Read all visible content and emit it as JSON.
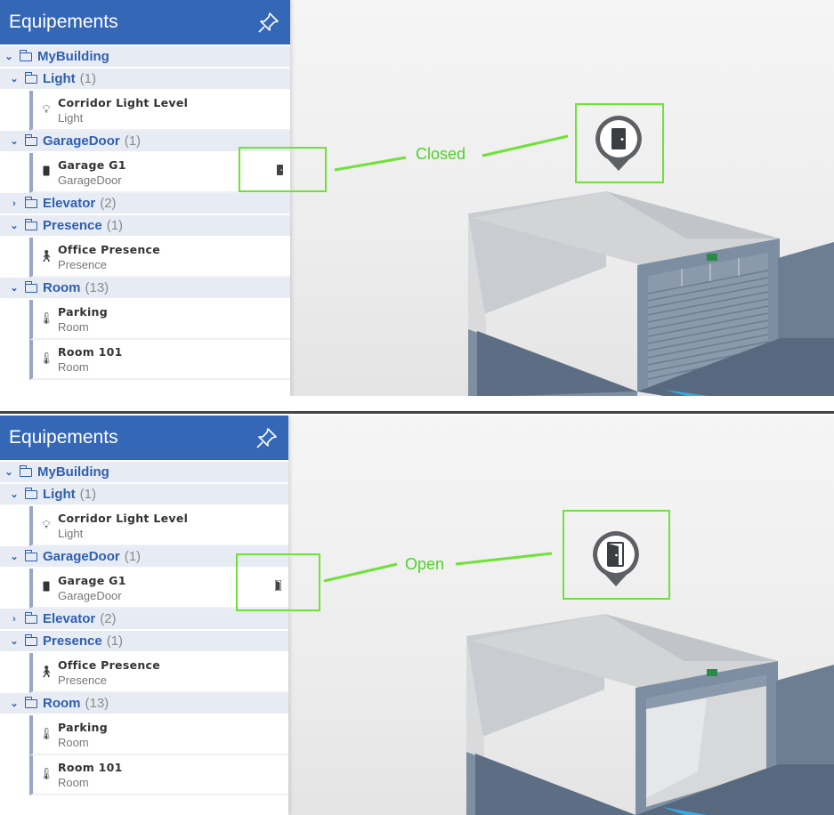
{
  "panels": [
    {
      "sidebar": {
        "title": "Equipements",
        "root": {
          "label": "MyBuilding"
        },
        "groups": [
          {
            "label": "Light",
            "count": "(1)",
            "items": [
              {
                "name": "Corridor Light Level",
                "type": "Light",
                "icon": "bulb-icon"
              }
            ]
          },
          {
            "label": "GarageDoor",
            "count": "(1)",
            "items": [
              {
                "name": "Garage G1",
                "type": "GarageDoor",
                "icon": "door-icon",
                "status": "closed"
              }
            ]
          },
          {
            "label": "Elevator",
            "count": "(2)",
            "items": []
          },
          {
            "label": "Presence",
            "count": "(1)",
            "items": [
              {
                "name": "Office Presence",
                "type": "Presence",
                "icon": "sensor-icon"
              }
            ]
          },
          {
            "label": "Room",
            "count": "(13)",
            "items": [
              {
                "name": "Parking",
                "type": "Room",
                "icon": "thermometer-icon"
              },
              {
                "name": "Room 101",
                "type": "Room",
                "icon": "thermometer-icon"
              }
            ]
          }
        ]
      },
      "annotation": {
        "label": "Closed",
        "color": "#6ee236"
      },
      "door_state": "closed"
    },
    {
      "sidebar": {
        "title": "Equipements",
        "root": {
          "label": "MyBuilding"
        },
        "groups": [
          {
            "label": "Light",
            "count": "(1)",
            "items": [
              {
                "name": "Corridor Light Level",
                "type": "Light",
                "icon": "bulb-icon"
              }
            ]
          },
          {
            "label": "GarageDoor",
            "count": "(1)",
            "items": [
              {
                "name": "Garage G1",
                "type": "GarageDoor",
                "icon": "door-icon",
                "status": "open"
              }
            ]
          },
          {
            "label": "Elevator",
            "count": "(2)",
            "items": []
          },
          {
            "label": "Presence",
            "count": "(1)",
            "items": [
              {
                "name": "Office Presence",
                "type": "Presence",
                "icon": "sensor-icon"
              }
            ]
          },
          {
            "label": "Room",
            "count": "(13)",
            "items": [
              {
                "name": "Parking",
                "type": "Room",
                "icon": "thermometer-icon"
              },
              {
                "name": "Room 101",
                "type": "Room",
                "icon": "thermometer-icon"
              }
            ]
          }
        ]
      },
      "annotation": {
        "label": "Open",
        "color": "#6ee236"
      },
      "door_state": "open"
    }
  ],
  "colors": {
    "header": "#3567b7",
    "group_text": "#2f5fb1",
    "group_bg": "#e6ebf4",
    "callout": "#6ee236"
  }
}
